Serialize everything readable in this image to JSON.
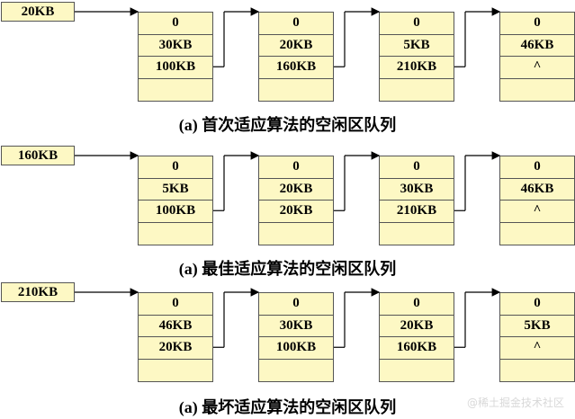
{
  "diagrams": [
    {
      "head": "20KB",
      "caption": "(a) 首次适应算法的空闲区队列",
      "blocks": [
        [
          "0",
          "30KB",
          "100KB",
          ""
        ],
        [
          "0",
          "20KB",
          "160KB",
          ""
        ],
        [
          "0",
          "5KB",
          "210KB",
          ""
        ],
        [
          "0",
          "46KB",
          "^",
          ""
        ]
      ]
    },
    {
      "head": "160KB",
      "caption": "(a) 最佳适应算法的空闲区队列",
      "blocks": [
        [
          "0",
          "5KB",
          "100KB",
          ""
        ],
        [
          "0",
          "20KB",
          "20KB",
          ""
        ],
        [
          "0",
          "30KB",
          "210KB",
          ""
        ],
        [
          "0",
          "46KB",
          "^",
          ""
        ]
      ]
    },
    {
      "head": "210KB",
      "caption": "(a) 最坏适应算法的空闲区队列",
      "blocks": [
        [
          "0",
          "46KB",
          "20KB",
          ""
        ],
        [
          "0",
          "30KB",
          "100KB",
          ""
        ],
        [
          "0",
          "20KB",
          "160KB",
          ""
        ],
        [
          "0",
          "5KB",
          "^",
          ""
        ]
      ]
    }
  ],
  "watermark": "@稀土掘金技术社区",
  "colors": {
    "block_fill": "#fdf8c4",
    "border": "#555555",
    "arrow": "#000000"
  }
}
